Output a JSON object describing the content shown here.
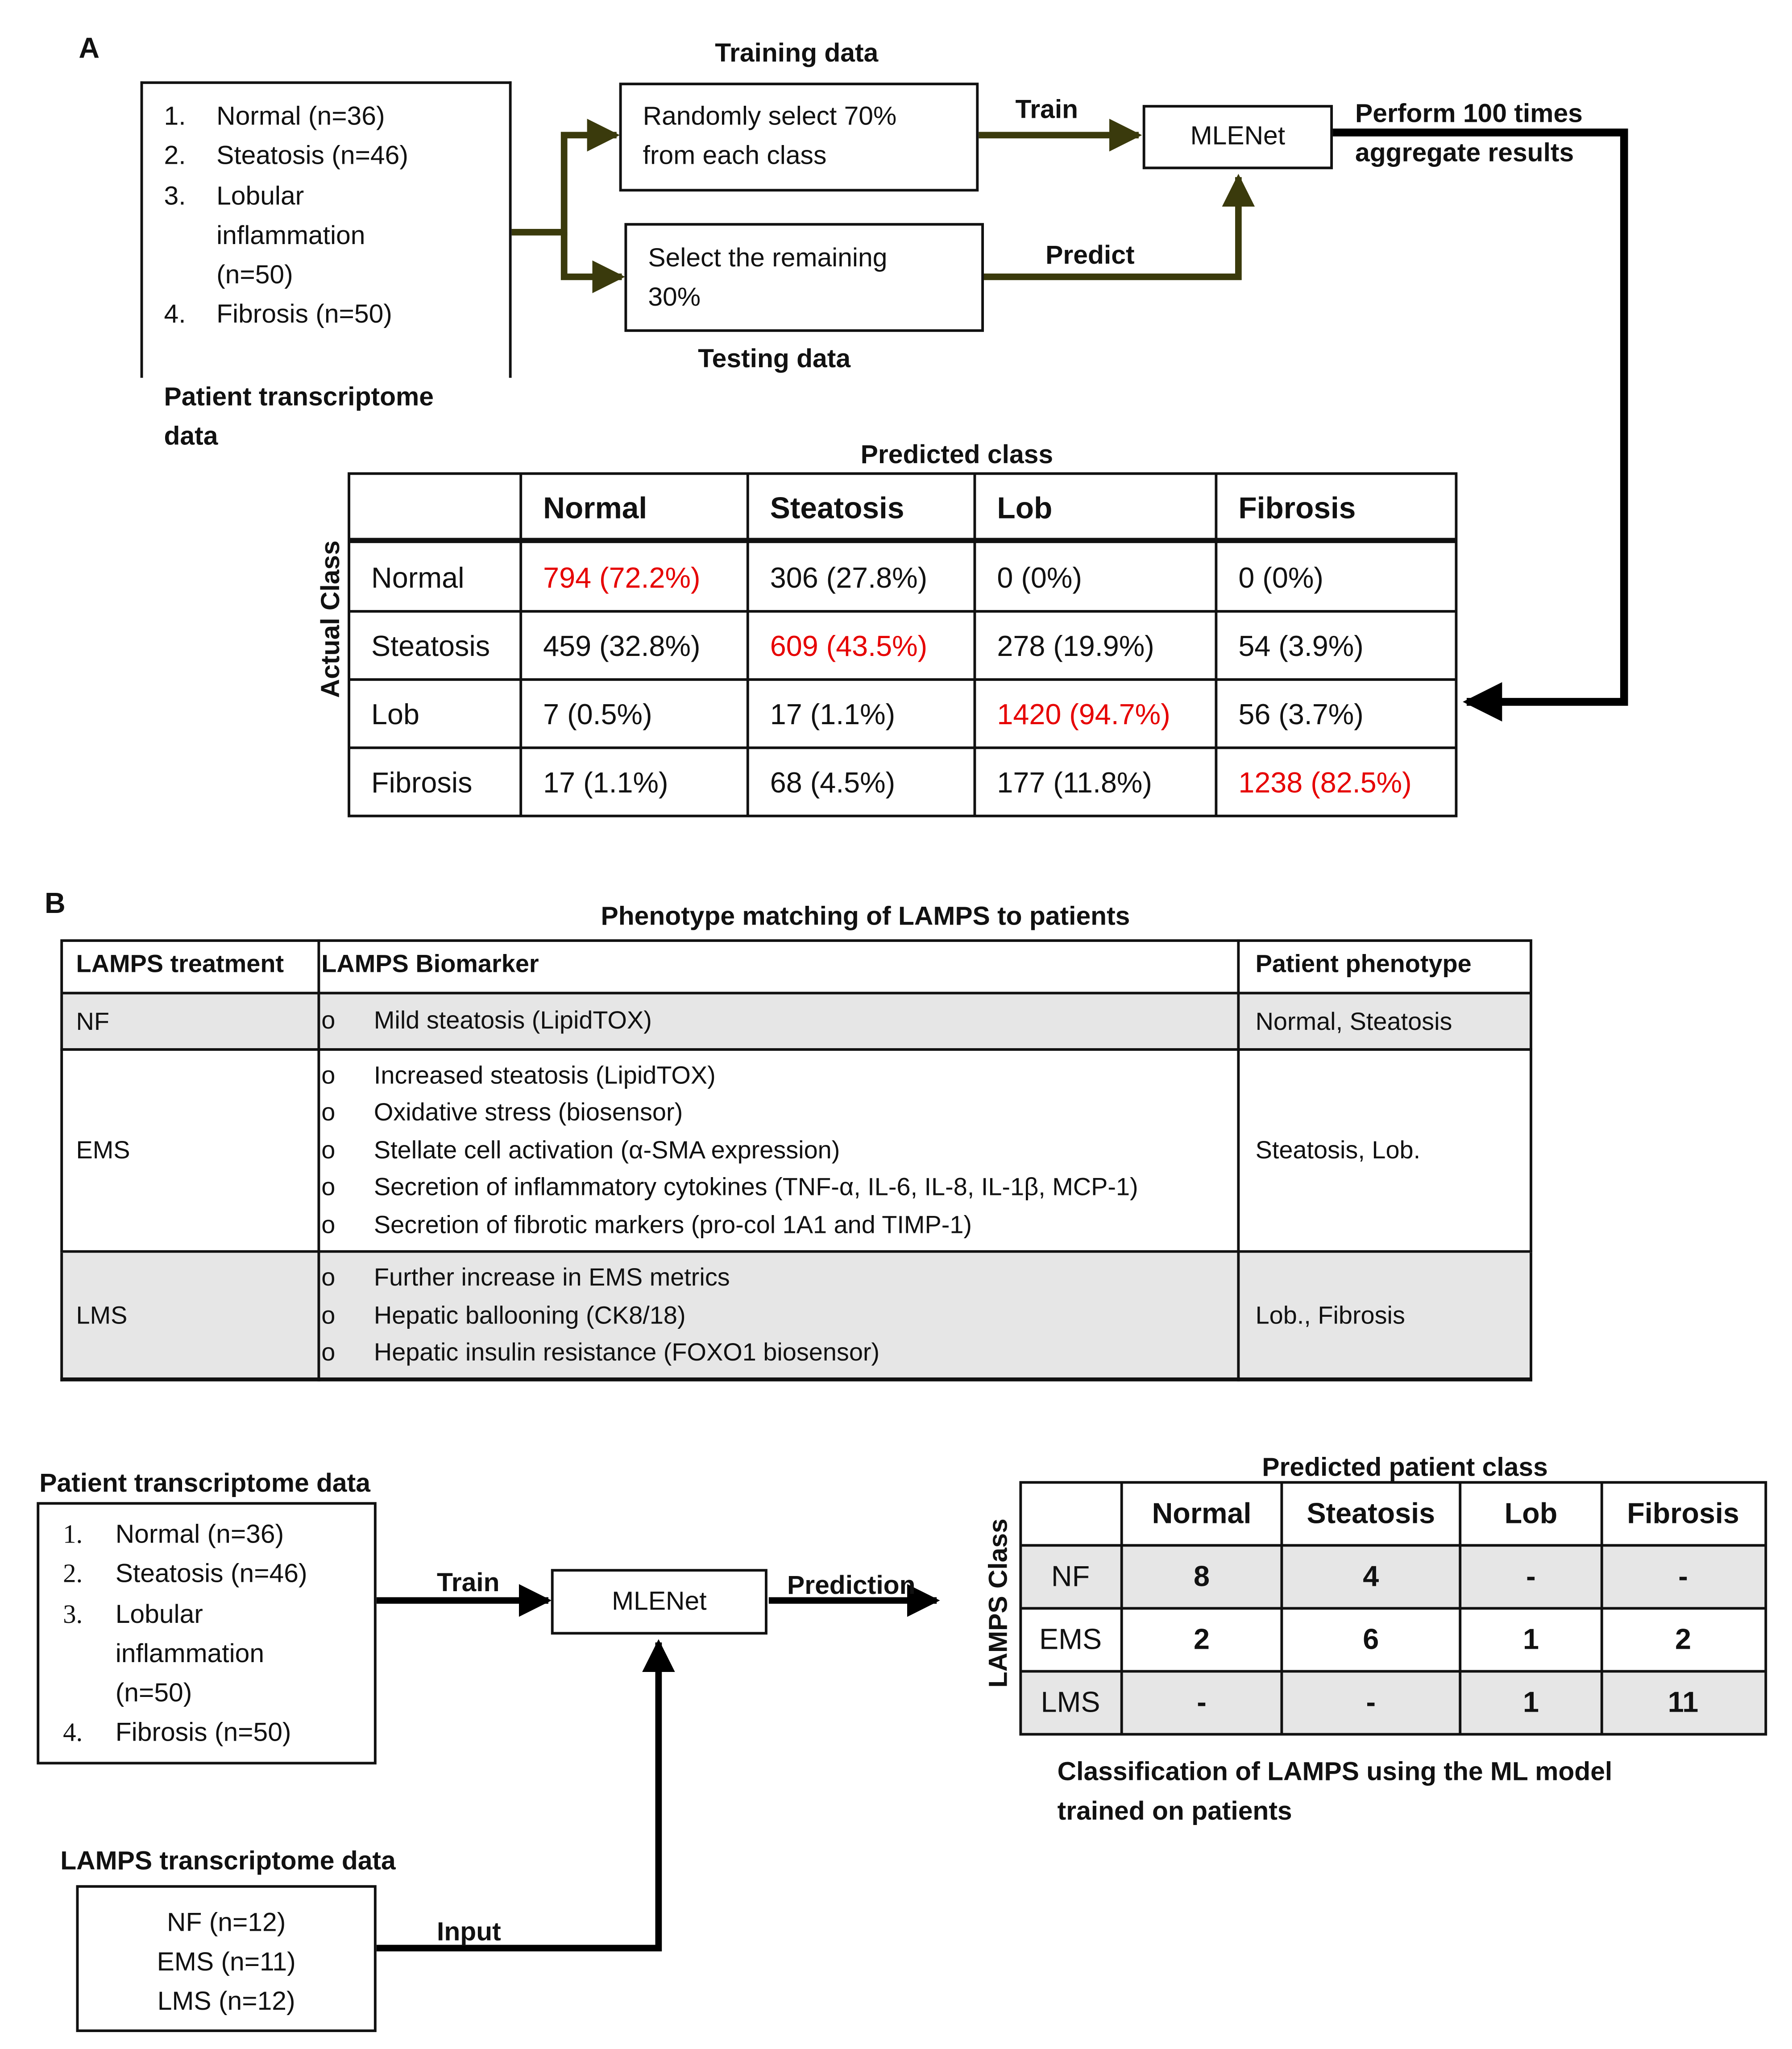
{
  "panel_a": {
    "label": "A",
    "patient_box": {
      "items": [
        {
          "num": "1.",
          "text": "Normal (n=36)"
        },
        {
          "num": "2.",
          "text": "Steatosis (n=46)"
        },
        {
          "num": "3.",
          "text": "Lobular"
        },
        {
          "num": "",
          "text": "inflammation"
        },
        {
          "num": "",
          "text": "(n=50)"
        },
        {
          "num": "4.",
          "text": "Fibrosis (n=50)"
        }
      ],
      "caption_line1": "Patient transcriptome",
      "caption_line2": "data"
    },
    "training_title": "Training data",
    "training_box_line1": "Randomly select 70%",
    "training_box_line2": "from each class",
    "testing_box_line1": "Select the remaining",
    "testing_box_line2": "30%",
    "testing_title": "Testing data",
    "train_label": "Train",
    "predict_label": "Predict",
    "model_label": "MLENet",
    "perform_line1": "Perform 100 times",
    "perform_line2": "aggregate results",
    "matrix": {
      "col_title": "Predicted class",
      "row_title": "Actual Class",
      "headers": [
        "Normal",
        "Steatosis",
        "Lob",
        "Fibrosis"
      ],
      "rows": [
        {
          "label": "Normal",
          "cells": [
            "794 (72.2%)",
            "306 (27.8%)",
            "0 (0%)",
            "0 (0%)"
          ]
        },
        {
          "label": "Steatosis",
          "cells": [
            "459 (32.8%)",
            "609 (43.5%)",
            "278 (19.9%)",
            "54 (3.9%)"
          ]
        },
        {
          "label": "Lob",
          "cells": [
            "7 (0.5%)",
            "17 (1.1%)",
            "1420 (94.7%)",
            "56 (3.7%)"
          ]
        },
        {
          "label": "Fibrosis",
          "cells": [
            "17 (1.1%)",
            "68 (4.5%)",
            "177 (11.8%)",
            "1238 (82.5%)"
          ]
        }
      ],
      "highlight_color": "#e60000"
    }
  },
  "panel_b": {
    "label": "B",
    "table_title": "Phenotype matching of LAMPS to patients",
    "headers": [
      "LAMPS treatment",
      "LAMPS Biomarker",
      "Patient phenotype"
    ],
    "rows": [
      {
        "treatment": "NF",
        "biomarkers": [
          "Mild steatosis (LipidTOX)"
        ],
        "phenotype": "Normal, Steatosis"
      },
      {
        "treatment": "EMS",
        "biomarkers": [
          "Increased steatosis (LipidTOX)",
          "Oxidative stress (biosensor)",
          "Stellate cell activation (α-SMA expression)",
          "Secretion of inflammatory cytokines (TNF-α, IL-6, IL-8, IL-1β, MCP-1)",
          "Secretion of fibrotic markers (pro-col 1A1 and TIMP-1)"
        ],
        "phenotype": "Steatosis, Lob."
      },
      {
        "treatment": "LMS",
        "biomarkers": [
          "Further increase in EMS metrics",
          "Hepatic ballooning (CK8/18)",
          "Hepatic insulin resistance (FOXO1 biosensor)"
        ],
        "phenotype": "Lob., Fibrosis"
      }
    ],
    "bullet_glyph": "o",
    "patient_title": "Patient transcriptome data",
    "patient_items": [
      {
        "num": "1.",
        "text": "Normal (n=36)"
      },
      {
        "num": "2.",
        "text": "Steatosis (n=46)"
      },
      {
        "num": "3.",
        "text": "Lobular"
      },
      {
        "num": "",
        "text": "inflammation"
      },
      {
        "num": "",
        "text": "(n=50)"
      },
      {
        "num": "4.",
        "text": "Fibrosis (n=50)"
      }
    ],
    "train_label": "Train",
    "model_label": "MLENet",
    "prediction_label": "Prediction",
    "input_label": "Input",
    "lamps_title": "LAMPS transcriptome data",
    "lamps_items": [
      "NF (n=12)",
      "EMS (n=11)",
      "LMS (n=12)"
    ],
    "class_table": {
      "col_title": "Predicted patient class",
      "row_title": "LAMPS Class",
      "headers": [
        "Normal",
        "Steatosis",
        "Lob",
        "Fibrosis"
      ],
      "rows": [
        {
          "label": "NF",
          "cells": [
            "8",
            "4",
            "-",
            "-"
          ]
        },
        {
          "label": "EMS",
          "cells": [
            "2",
            "6",
            "1",
            "2"
          ]
        },
        {
          "label": "LMS",
          "cells": [
            "-",
            "-",
            "1",
            "11"
          ]
        }
      ]
    },
    "caption_line1": "Classification of LAMPS using the ML model",
    "caption_line2": "trained on patients"
  }
}
